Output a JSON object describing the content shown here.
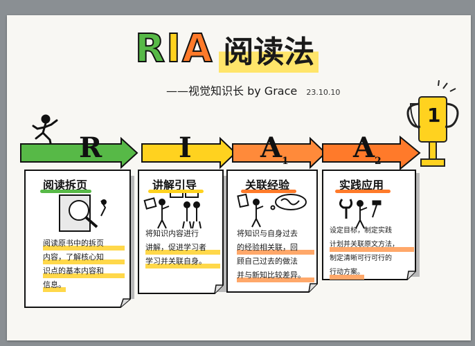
{
  "title": {
    "letters": [
      "R",
      "I",
      "A"
    ],
    "cn": "阅读法"
  },
  "subtitle": {
    "text": "——视觉知识长 by Grace",
    "date": "23.10.10"
  },
  "trophy": {
    "number": "1"
  },
  "steps": [
    {
      "letter": "R",
      "sub": "",
      "heading": "阅读拆页",
      "accent": "#57b947",
      "lines": [
        "阅读原书中的拆页",
        "内容，了解核心知",
        "识点的基本内容和",
        "信息。"
      ]
    },
    {
      "letter": "I",
      "sub": "",
      "heading": "讲解引导",
      "accent": "#ffd21f",
      "lines": [
        "将知识内容进行",
        "讲解，促进学习者",
        "学习并关联自身。"
      ]
    },
    {
      "letter": "A",
      "sub": "1",
      "heading": "关联经验",
      "accent": "#ff7a2a",
      "lines": [
        "将知识与自身过去",
        "的经验相关联，回",
        "顾自己过去的做法",
        "并与新知比较差异。"
      ]
    },
    {
      "letter": "A",
      "sub": "2",
      "heading": "实践应用",
      "accent": "#ff7a2a",
      "lines": [
        "设定目标，制定实践",
        "计划并关联原文方法，",
        "制定清晰可行可行的",
        "行动方案。"
      ]
    }
  ],
  "colors": {
    "green": "#57b947",
    "yellow": "#ffd21f",
    "orange": "#ff7a2a",
    "paper": "#f8f7f3"
  }
}
